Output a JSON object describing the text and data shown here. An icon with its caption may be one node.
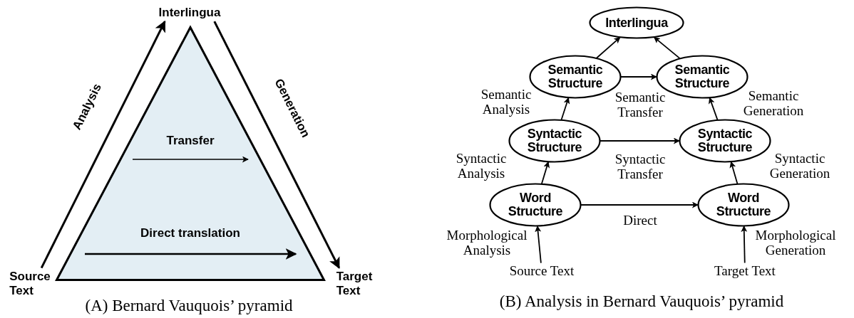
{
  "diagram": {
    "nodes": [
      {
        "text": [
          "Interlingua"
        ]
      },
      {
        "text": [
          "Source Text"
        ]
      },
      {
        "text": [
          "Target Text"
        ]
      },
      {
        "text": [
          "Transfer",
          "Direct translation"
        ]
      },
      {
        "text": [
          "Interlingua"
        ]
      },
      {
        "text": [
          "Semantic Structure"
        ]
      },
      {
        "text": [
          "Semantic Structure"
        ]
      },
      {
        "text": [
          "Syntactic Structure"
        ]
      },
      {
        "text": [
          "Syntactic Structure"
        ]
      },
      {
        "text": [
          "Word Structure"
        ]
      },
      {
        "text": [
          "Word Structure"
        ]
      },
      {
        "text": [
          "Source Text"
        ]
      },
      {
        "text": [
          "Target Text"
        ]
      }
    ],
    "edges": [
      {
        "from": 1,
        "to": 0,
        "arrow": "to",
        "label": "Analysis"
      },
      {
        "from": 0,
        "to": 2,
        "arrow": "to",
        "label": "Generation"
      },
      {
        "from": 5,
        "to": 4,
        "arrow": "to"
      },
      {
        "from": 6,
        "to": 4,
        "arrow": "to"
      },
      {
        "from": 5,
        "to": 6,
        "arrow": "to",
        "label": "Semantic Transfer"
      },
      {
        "from": 7,
        "to": 5,
        "arrow": "to",
        "label": "Semantic Analysis"
      },
      {
        "from": 8,
        "to": 6,
        "arrow": "to",
        "label": "Semantic Generation"
      },
      {
        "from": 7,
        "to": 8,
        "arrow": "to",
        "label": "Syntactic Transfer"
      },
      {
        "from": 9,
        "to": 7,
        "arrow": "to",
        "label": "Syntactic Analysis"
      },
      {
        "from": 10,
        "to": 8,
        "arrow": "to",
        "label": "Syntactic Generation"
      },
      {
        "from": 9,
        "to": 10,
        "arrow": "to",
        "label": "Direct"
      },
      {
        "from": 11,
        "to": 9,
        "arrow": "to",
        "label": "Morphological Analysis"
      },
      {
        "from": 12,
        "to": 10,
        "arrow": "to",
        "label": "Morphological Generation"
      }
    ],
    "labels": [
      "(A) Bernard Vauquois’ pyramid",
      "(B) Analysis in Bernard Vauquois’ pyramid"
    ]
  }
}
